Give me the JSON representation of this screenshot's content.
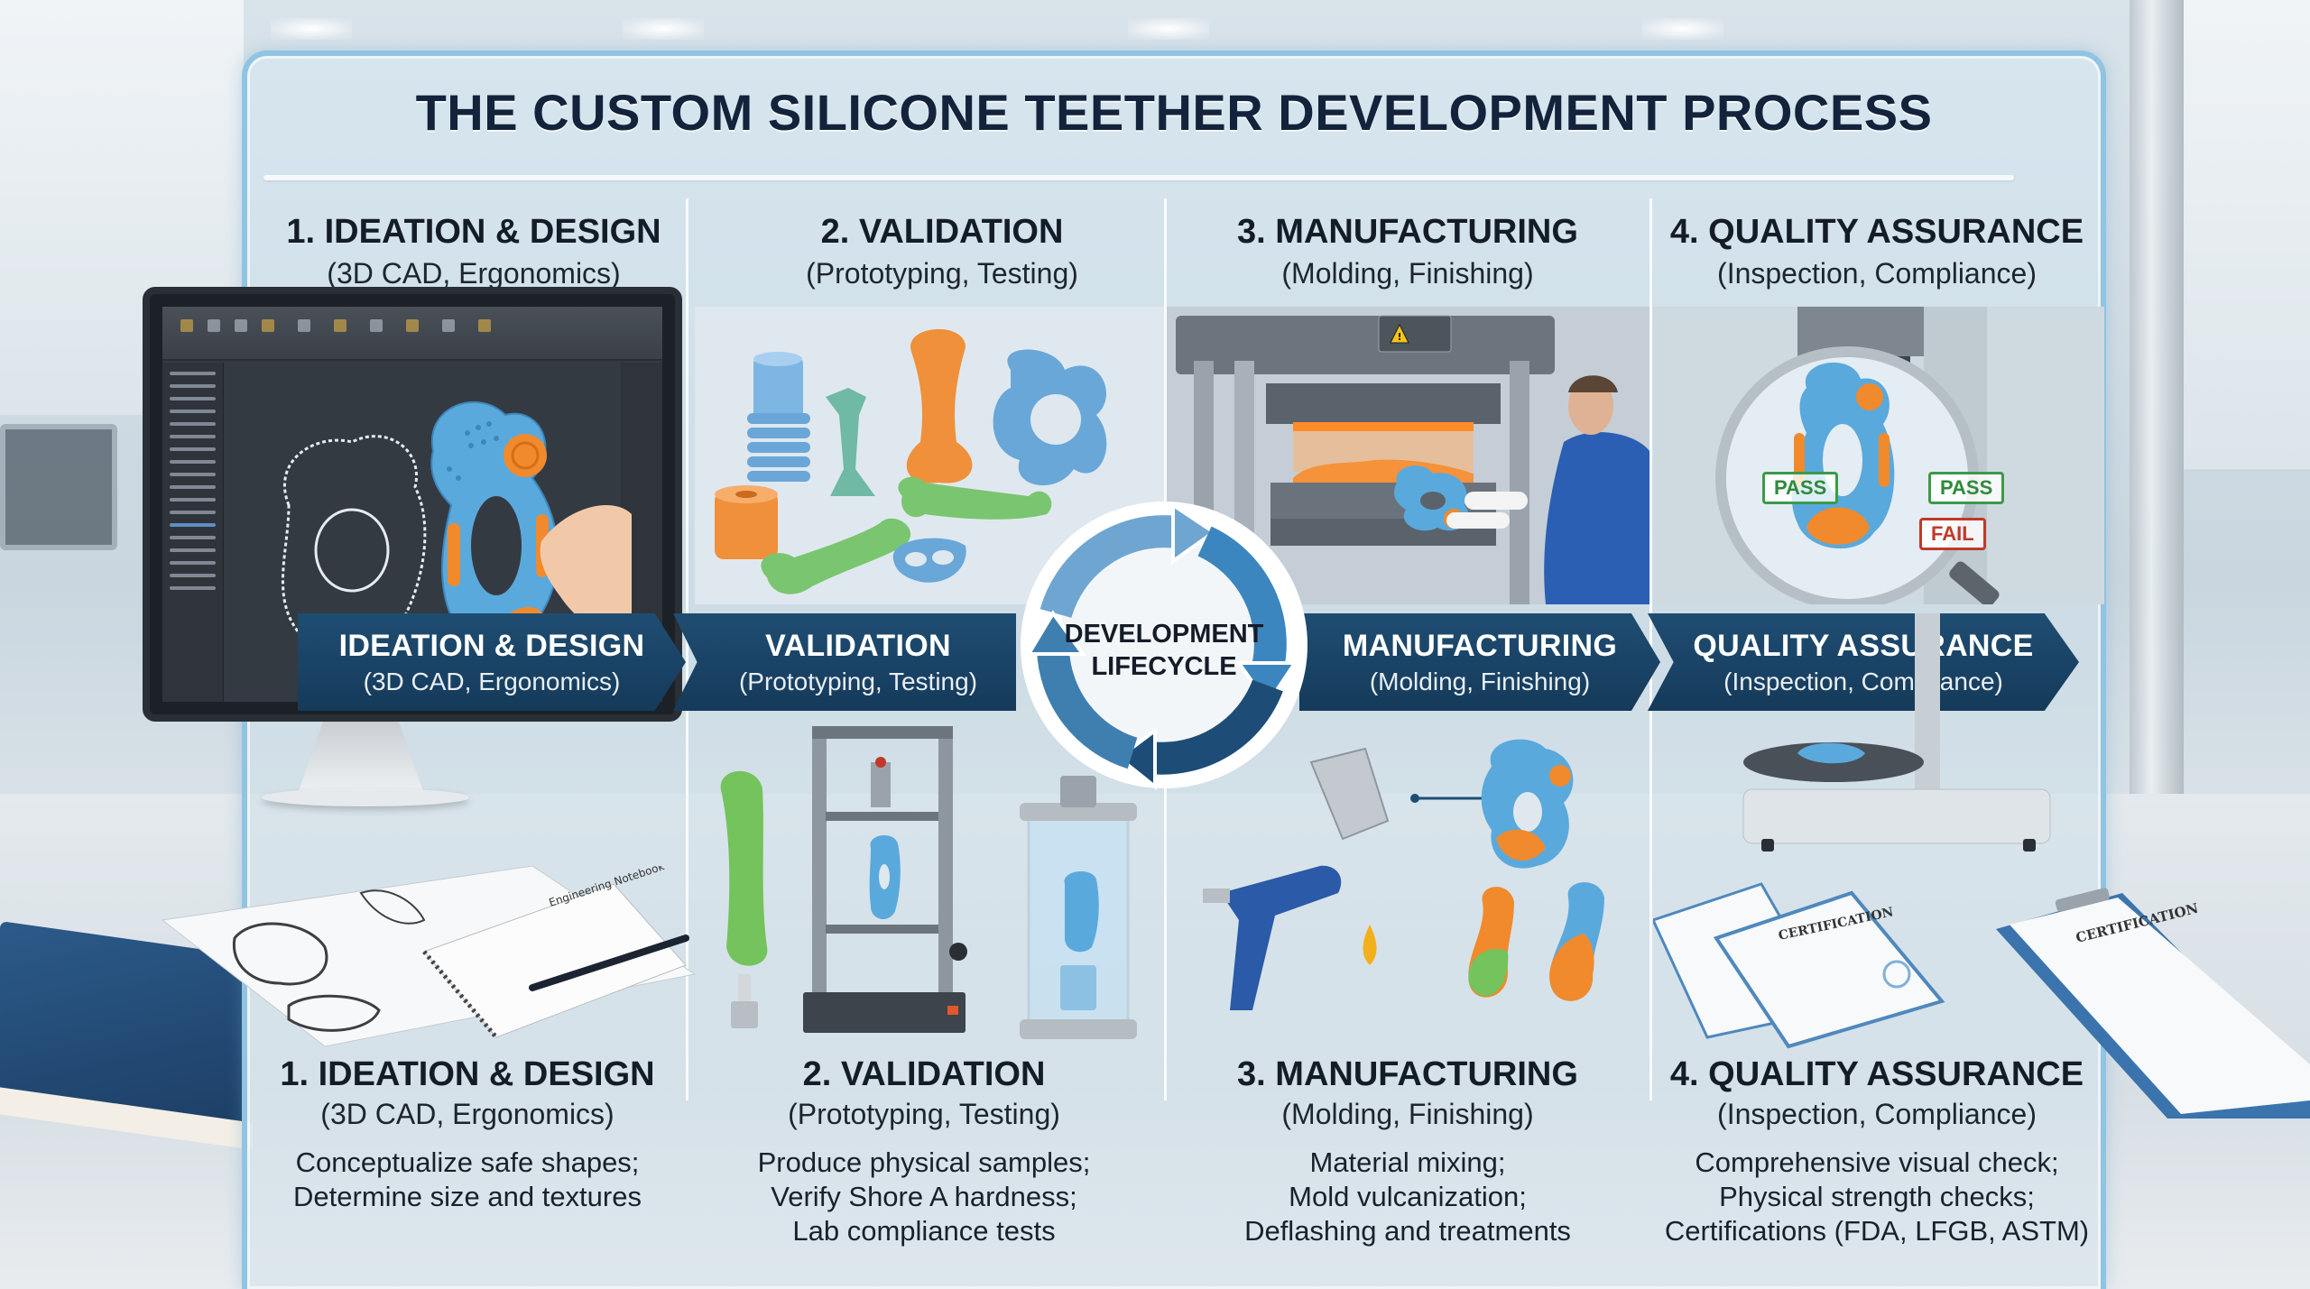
{
  "title": "THE CUSTOM SILICONE TEETHER DEVELOPMENT PROCESS",
  "center": {
    "label_line1": "DEVELOPMENT",
    "label_line2": "LIFECYCLE"
  },
  "stages": [
    {
      "number_title": "1. IDEATION & DESIGN",
      "name": "IDEATION & DESIGN",
      "subtitle": "(3D CAD, Ergonomics)",
      "details": [
        "Conceptualize safe shapes;",
        "Determine size and textures"
      ],
      "illustration": "cad-monitor-with-teether",
      "sketch_label": "Engineering Notebook"
    },
    {
      "number_title": "2. VALIDATION",
      "name": "VALIDATION",
      "subtitle": "(Prototyping, Testing)",
      "details": [
        "Produce physical samples;",
        "Verify Shore A hardness;",
        "Lab compliance tests"
      ],
      "illustration": "silicone-prototypes-and-tensile-tester"
    },
    {
      "number_title": "3. MANUFACTURING",
      "name": "MANUFACTURING",
      "subtitle": "(Molding, Finishing)",
      "details": [
        "Material mixing;",
        "Mold vulcanization;",
        "Deflashing and treatments"
      ],
      "illustration": "compression-molding-press-and-spray-gun"
    },
    {
      "number_title": "4. QUALITY ASSURANCE",
      "name": "QUALITY ASSURANCE",
      "subtitle": "(Inspection, Compliance)",
      "details": [
        "Comprehensive visual check;",
        "Physical strength checks;",
        "Certifications (FDA, LFGB, ASTM)"
      ],
      "illustration": "magnifier-inspection-and-certificates",
      "inspection_tags": [
        {
          "label": "PASS",
          "status": "pass"
        },
        {
          "label": "PASS",
          "status": "pass"
        },
        {
          "label": "FAIL",
          "status": "fail"
        }
      ],
      "certificate_label": "CERTIFICATION"
    }
  ],
  "colors": {
    "banner": "#1f4d72",
    "frame": "#8fc4e2",
    "teether_blue": "#5aa9dd",
    "teether_orange": "#f08a2c",
    "teether_green": "#6cc05a",
    "pass": "#3c9a48",
    "fail": "#c0392b"
  }
}
